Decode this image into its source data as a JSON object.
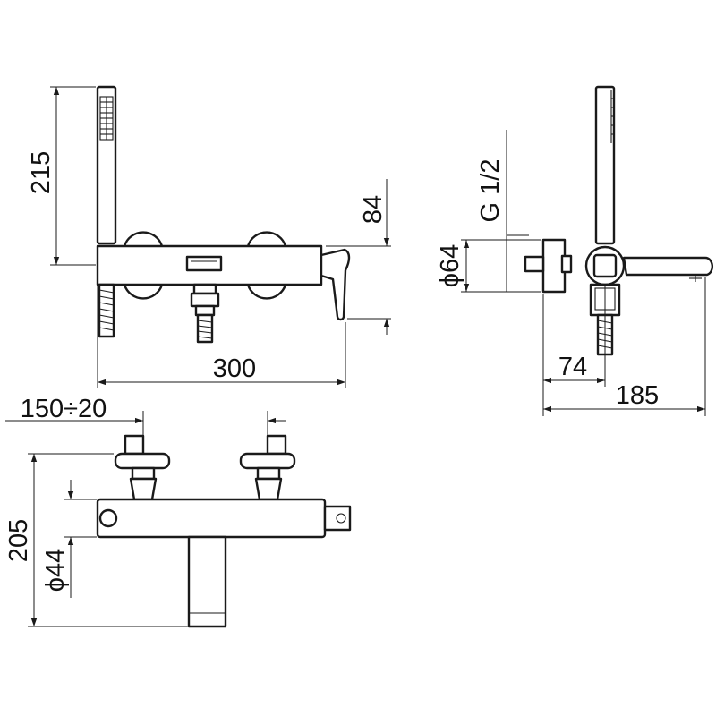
{
  "drawing": {
    "front_view": {
      "height_handshower": "215",
      "width_overall": "300",
      "height_spout": "84"
    },
    "side_view": {
      "connection_thread": "G 1/2",
      "flange_diameter": "ϕ64",
      "wall_to_shower_axis": "74",
      "projection_overall": "185"
    },
    "top_view": {
      "centre_distance": "150÷20",
      "overall_depth": "205",
      "body_diameter": "ϕ44"
    }
  }
}
